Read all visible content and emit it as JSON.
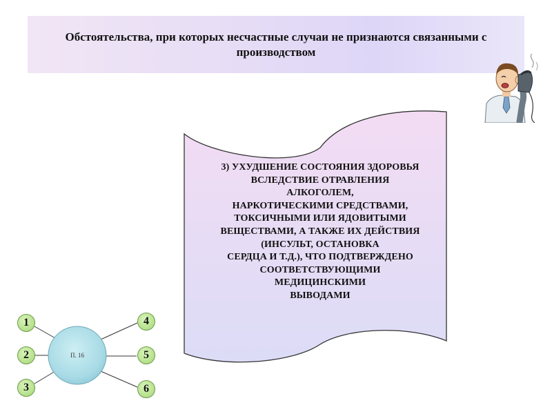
{
  "title": "Обстоятельства, при которых несчастные случаи не признаются связанными с производством",
  "clipart": {
    "icon": "person-burned-by-iron-icon"
  },
  "scroll": {
    "text": "3) УХУДШЕНИЕ СОСТОЯНИЯ ЗДОРОВЬЯ\nВСЛЕДСТВИЕ ОТРАВЛЕНИЯ\nАЛКОГОЛЕМ,\nНАРКОТИЧЕСКИМИ СРЕДСТВАМИ,\nТОКСИЧНЫМИ ИЛИ ЯДОВИТЫМИ\nВЕЩЕСТВАМИ, А ТАКЖЕ ИХ ДЕЙСТВИЯ\n(ИНСУЛЬТ, ОСТАНОВКА\nСЕРДЦА И Т.Д.), ЧТО ПОДТВЕРЖДЕНО\nСООТВЕТСТВУЮЩИМИ\nМЕДИЦИНСКИМИ\nВЫВОДАМИ"
  },
  "nav": {
    "center_label": "П. 16",
    "nodes": [
      {
        "label": "1"
      },
      {
        "label": "2"
      },
      {
        "label": "3"
      },
      {
        "label": "4"
      },
      {
        "label": "5"
      },
      {
        "label": "6"
      }
    ]
  },
  "colors": {
    "banner": "#e7ddf5",
    "scroll_fill_top": "#f3dcf3",
    "scroll_fill_bottom": "#dcdcf7",
    "hub_fill": "#a8dbe6",
    "node_fill": "#b4e08a"
  }
}
